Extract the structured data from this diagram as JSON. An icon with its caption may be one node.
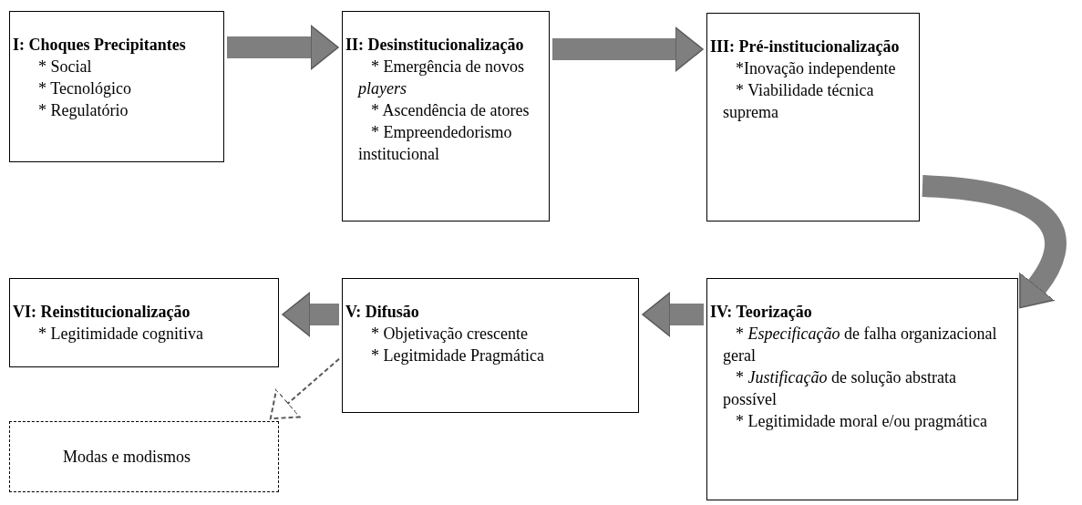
{
  "diagram": {
    "nodes": [
      {
        "text": [
          "I: Choques Precipitantes",
          "* Social",
          "* Tecnológico",
          "* Regulatório"
        ]
      },
      {
        "text": [
          "II: Desinstitucionalização",
          "* Emergência de novos *players*",
          "* Ascendência de atores",
          "* Empreendedorismo institucional"
        ]
      },
      {
        "text": [
          "III: Pré-institucionalização",
          "*Inovação independente",
          "* Viabilidade técnica suprema"
        ]
      },
      {
        "text": [
          "VI: Reinstitucionalização",
          "* Legitimidade cognitiva"
        ]
      },
      {
        "text": [
          "V: Difusão",
          "* Objetivação crescente",
          "* Legitmidade Pragmática"
        ]
      },
      {
        "text": [
          "IV: Teorização",
          "* *Especificação* de falha organizacional geral",
          "* *Justificação* de solução abstrata possível",
          "* Legitimidade moral e/ou pragmática"
        ]
      },
      {
        "text": [
          "Modas e modismos"
        ]
      }
    ],
    "edges": [
      {
        "from": 0,
        "to": 1,
        "arrow": "to"
      },
      {
        "from": 1,
        "to": 2,
        "arrow": "to"
      },
      {
        "from": 2,
        "to": 5,
        "arrow": "to"
      },
      {
        "from": 5,
        "to": 4,
        "arrow": "to"
      },
      {
        "from": 4,
        "to": 3,
        "arrow": "to"
      },
      {
        "from": 4,
        "to": 6,
        "arrow": "to",
        "style": "dashed"
      }
    ]
  }
}
